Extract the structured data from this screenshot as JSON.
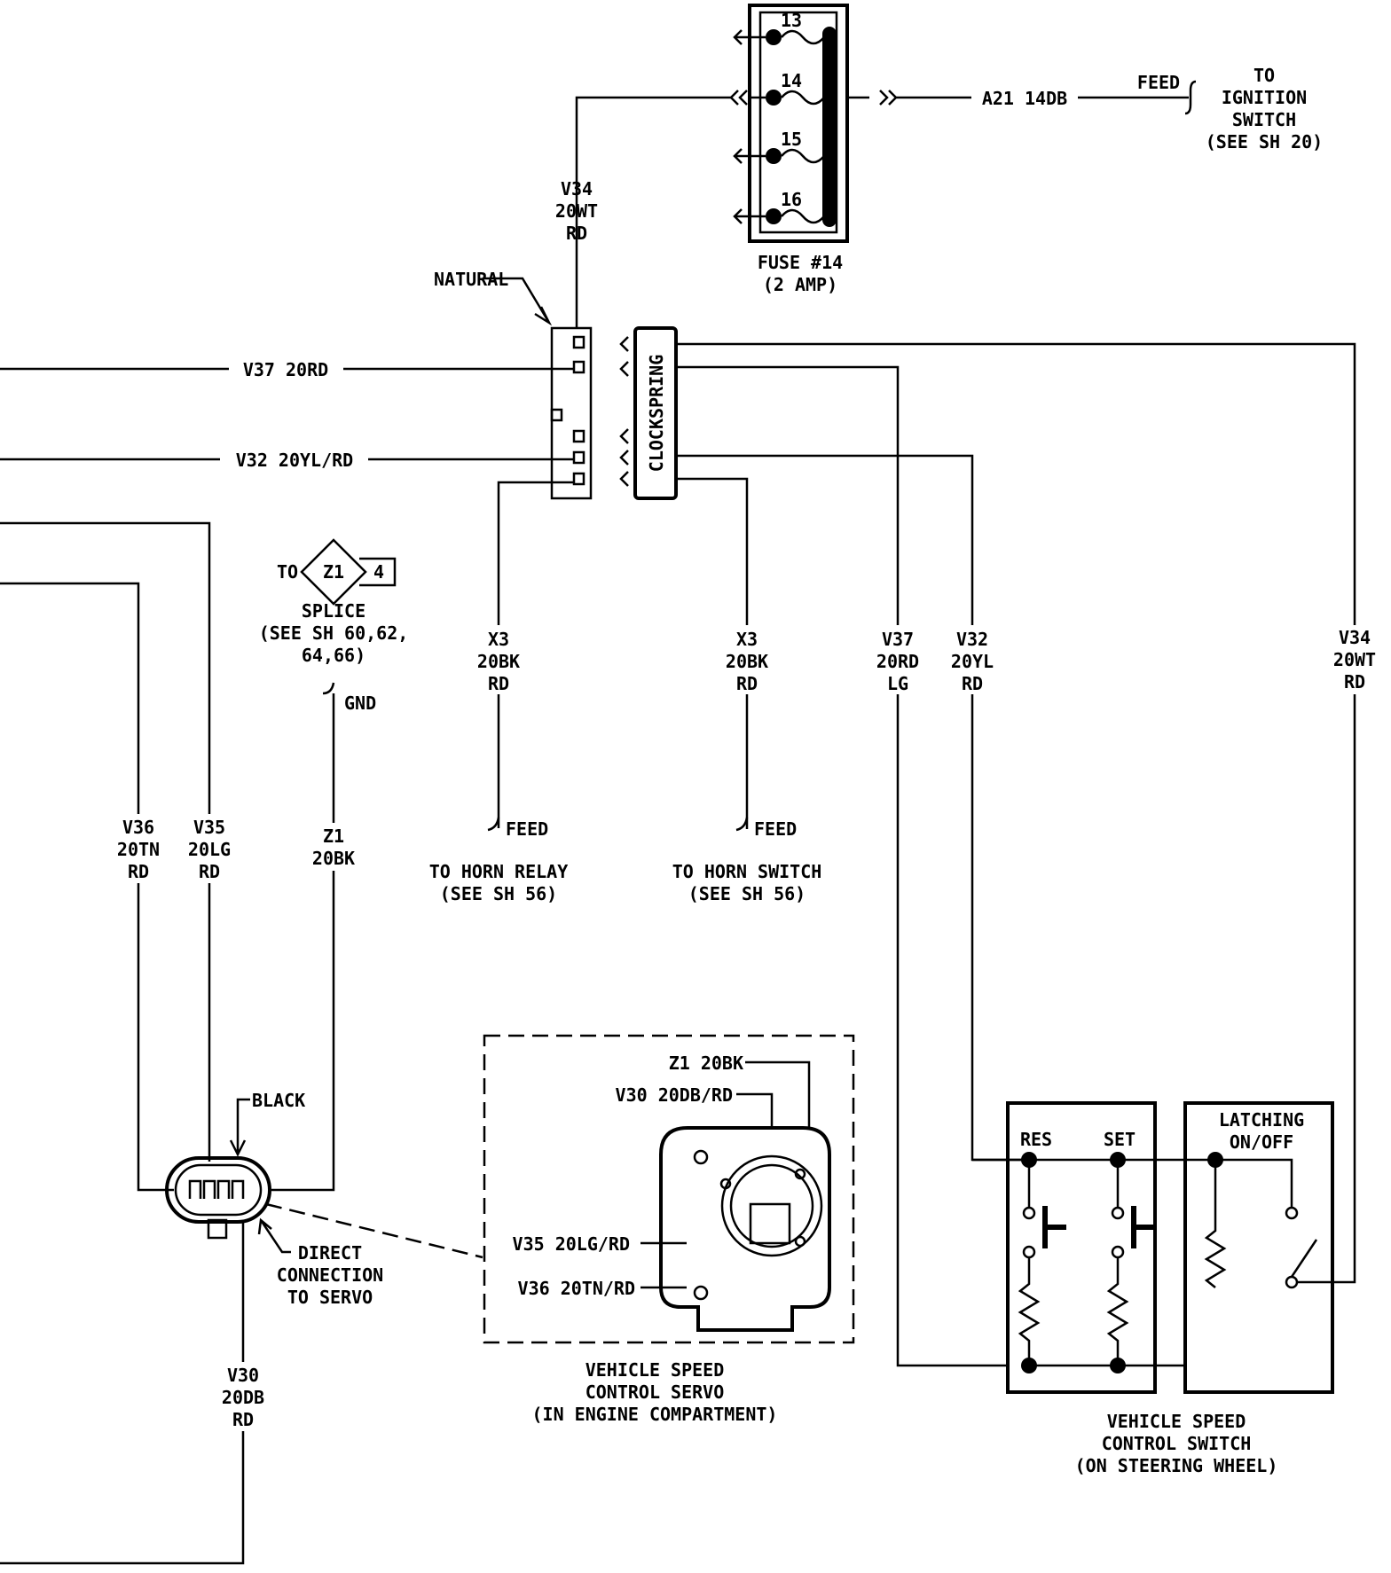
{
  "fuse_block": {
    "pins": [
      "13",
      "14",
      "15",
      "16"
    ],
    "label_line1": "FUSE #14",
    "label_line2": "(2 AMP)"
  },
  "ignition_feed": {
    "wire": "A21 14DB",
    "feed": "FEED",
    "to_line1": "TO",
    "to_line2": "IGNITION",
    "to_line3": "SWITCH",
    "to_line4": "(SEE SH 20)"
  },
  "wires": {
    "v34_left": [
      "V34",
      "20WT",
      "RD"
    ],
    "v34_right": [
      "V34",
      "20WT",
      "RD"
    ],
    "v37_horiz": "V37 20RD",
    "v32_horiz": "V32 20YL/RD",
    "x3_left": [
      "X3",
      "20BK",
      "RD"
    ],
    "x3_right": [
      "X3",
      "20BK",
      "RD"
    ],
    "v37_vert": [
      "V37",
      "20RD",
      "LG"
    ],
    "v32_vert": [
      "V32",
      "20YL",
      "RD"
    ],
    "v36": [
      "V36",
      "20TN",
      "RD"
    ],
    "v35": [
      "V35",
      "20LG",
      "RD"
    ],
    "z1": [
      "Z1",
      "20BK"
    ],
    "v30": [
      "V30",
      "20DB",
      "RD"
    ]
  },
  "connector_labels": {
    "natural": "NATURAL",
    "clockspring": "CLOCKSPRING",
    "black": "BLACK",
    "direct_line1": "DIRECT",
    "direct_line2": "CONNECTION",
    "direct_line3": "TO SERVO"
  },
  "splice": {
    "to": "TO",
    "id": "Z1",
    "sheet": "4",
    "label_line1": "SPLICE",
    "label_line2": "(SEE SH 60,62,",
    "label_line3": "64,66)",
    "gnd": "GND"
  },
  "horn": {
    "relay_feed": "FEED",
    "relay_line1": "TO HORN RELAY",
    "relay_line2": "(SEE SH 56)",
    "switch_feed": "FEED",
    "switch_line1": "TO HORN SWITCH",
    "switch_line2": "(SEE SH 56)"
  },
  "servo": {
    "pin_z1": "Z1 20BK",
    "pin_v30": "V30 20DB/RD",
    "pin_v35": "V35 20LG/RD",
    "pin_v36": "V36 20TN/RD",
    "title_line1": "VEHICLE SPEED",
    "title_line2": "CONTROL SERVO",
    "title_line3": "(IN ENGINE COMPARTMENT)"
  },
  "speed_switch": {
    "res": "RES",
    "set": "SET",
    "latching_line1": "LATCHING",
    "latching_line2": "ON/OFF",
    "title_line1": "VEHICLE SPEED",
    "title_line2": "CONTROL SWITCH",
    "title_line3": "(ON STEERING WHEEL)"
  }
}
